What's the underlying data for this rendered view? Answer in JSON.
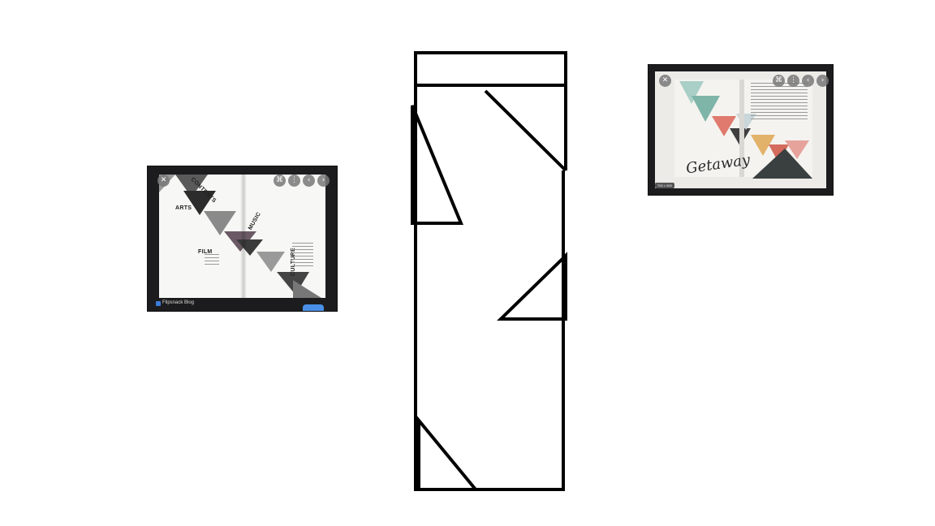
{
  "canvas": {
    "background": "#ffffff",
    "sketch_stroke": "#000000"
  },
  "left_shot": {
    "headings": [
      "CONTENTS",
      "ARTS",
      "MUSIC",
      "FILM",
      "CULTURE"
    ],
    "caption": "Flipsnack Blog",
    "controls": [
      "close-icon",
      "share-icon",
      "more-icon",
      "prev-icon",
      "next-icon"
    ]
  },
  "right_shot": {
    "cover_word": "Getaway",
    "badge": "700 × 500",
    "controls": [
      "close-icon",
      "share-icon",
      "more-icon",
      "prev-icon",
      "next-icon"
    ]
  },
  "glyphs": {
    "close": "✕",
    "share": "⌘",
    "more": "⋮",
    "prev": "‹",
    "next": "›"
  }
}
